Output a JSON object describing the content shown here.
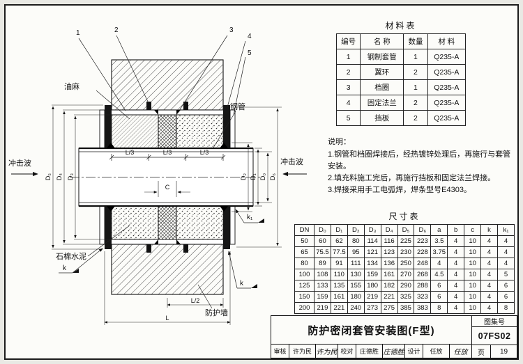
{
  "material_table": {
    "title": "材料表",
    "headers": [
      "编号",
      "名 称",
      "数量",
      "材 料"
    ],
    "rows": [
      [
        "1",
        "钢制套管",
        "1",
        "Q235-A"
      ],
      [
        "2",
        "翼环",
        "2",
        "Q235-A"
      ],
      [
        "3",
        "档圈",
        "1",
        "Q235-A"
      ],
      [
        "4",
        "固定法兰",
        "2",
        "Q235-A"
      ],
      [
        "5",
        "挡板",
        "2",
        "Q235-A"
      ]
    ]
  },
  "notes": {
    "title": "说明：",
    "items": [
      "1.钢管和档圈焊接后，经热镀锌处理后，再施行与套管安装。",
      "2.填充料施工完后，再施行挡板和固定法兰焊接。",
      "3.焊接采用手工电弧焊，焊条型号E4303。"
    ]
  },
  "size_table": {
    "title": "尺寸表",
    "headers": [
      "DN",
      "D₀",
      "D₁",
      "D₂",
      "D₃",
      "D₄",
      "D₅",
      "D₆",
      "a",
      "b",
      "c",
      "k",
      "k₁"
    ],
    "rows": [
      [
        "50",
        "60",
        "62",
        "80",
        "114",
        "116",
        "225",
        "223",
        "3.5",
        "4",
        "10",
        "4",
        "4"
      ],
      [
        "65",
        "75.5",
        "77.5",
        "95",
        "121",
        "123",
        "230",
        "228",
        "3.75",
        "4",
        "10",
        "4",
        "4"
      ],
      [
        "80",
        "89",
        "91",
        "111",
        "134",
        "136",
        "250",
        "248",
        "4",
        "4",
        "10",
        "4",
        "4"
      ],
      [
        "100",
        "108",
        "110",
        "130",
        "159",
        "161",
        "270",
        "268",
        "4.5",
        "4",
        "10",
        "4",
        "5"
      ],
      [
        "125",
        "133",
        "135",
        "155",
        "180",
        "182",
        "290",
        "288",
        "6",
        "4",
        "10",
        "4",
        "6"
      ],
      [
        "150",
        "159",
        "161",
        "180",
        "219",
        "221",
        "325",
        "323",
        "6",
        "4",
        "10",
        "4",
        "6"
      ],
      [
        "200",
        "219",
        "221",
        "240",
        "273",
        "275",
        "385",
        "383",
        "8",
        "4",
        "10",
        "4",
        "8"
      ]
    ]
  },
  "title_block": {
    "title": "防护密闭套管安装图(F型)",
    "atlas_label": "图集号",
    "atlas_no": "07FS02",
    "page_label": "页",
    "page_no": "19",
    "sig_cells": [
      {
        "label": "审核",
        "name": "许为民",
        "sign": "许为民"
      },
      {
        "label": "校对",
        "name": "庄德胜",
        "sign": "庄德胜"
      },
      {
        "label": "设计",
        "name": "任放",
        "sign": "任放"
      }
    ]
  },
  "drawing": {
    "callouts": [
      "1",
      "2",
      "3",
      "4",
      "5"
    ],
    "labels": {
      "oil_hemp": "油麻",
      "steel_pipe": "钢管",
      "asbestos_cement": "石棉水泥",
      "protective_wall": "防护墙",
      "shock_wave_left": "冲击波",
      "shock_wave_right": "冲击波"
    },
    "dims": {
      "L3a": "L/3",
      "L3b": "L/3",
      "L3c": "L/3",
      "C": "C",
      "L2": "L/2",
      "L": "L",
      "k_left": "k",
      "k_bottom": "k",
      "k1": "k₁",
      "D0": "D₀",
      "D1": "D₁",
      "D2": "D₂",
      "D3": "D₃",
      "D4": "D₄",
      "D5": "D₅",
      "D6": "D₆"
    }
  }
}
